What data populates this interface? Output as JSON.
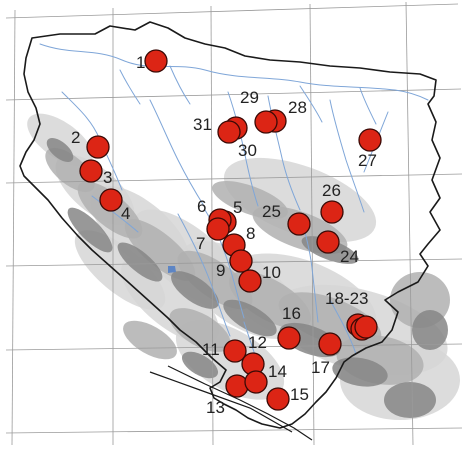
{
  "map": {
    "colors": {
      "background": "#ffffff",
      "graticule": "#9a9a9a",
      "terrain_light": "#d6d6d6",
      "terrain_mid": "#b0b0b0",
      "terrain_dark": "#868686",
      "rivers": "#7fa6d8",
      "lake": "#5d85c4",
      "border": "#1a1a1a",
      "station_fill": "#dc2515",
      "station_stroke": "#3a0a06",
      "label": "#222222"
    },
    "stations": [
      {
        "id": "1",
        "label": "1"
      },
      {
        "id": "2",
        "label": "2"
      },
      {
        "id": "3",
        "label": "3"
      },
      {
        "id": "4",
        "label": "4"
      },
      {
        "id": "5",
        "label": "5"
      },
      {
        "id": "6",
        "label": "6"
      },
      {
        "id": "7",
        "label": "7"
      },
      {
        "id": "8",
        "label": "8"
      },
      {
        "id": "9",
        "label": "9"
      },
      {
        "id": "10",
        "label": "10"
      },
      {
        "id": "11",
        "label": "11"
      },
      {
        "id": "12",
        "label": "12"
      },
      {
        "id": "13",
        "label": "13"
      },
      {
        "id": "14",
        "label": "14"
      },
      {
        "id": "15",
        "label": "15"
      },
      {
        "id": "16",
        "label": "16"
      },
      {
        "id": "17",
        "label": "17"
      },
      {
        "id": "18-23",
        "label": "18-23"
      },
      {
        "id": "24",
        "label": "24"
      },
      {
        "id": "25",
        "label": "25"
      },
      {
        "id": "26",
        "label": "26"
      },
      {
        "id": "27",
        "label": "27"
      },
      {
        "id": "28",
        "label": "28"
      },
      {
        "id": "29",
        "label": "29"
      },
      {
        "id": "30",
        "label": "30"
      },
      {
        "id": "31",
        "label": "31"
      }
    ]
  }
}
